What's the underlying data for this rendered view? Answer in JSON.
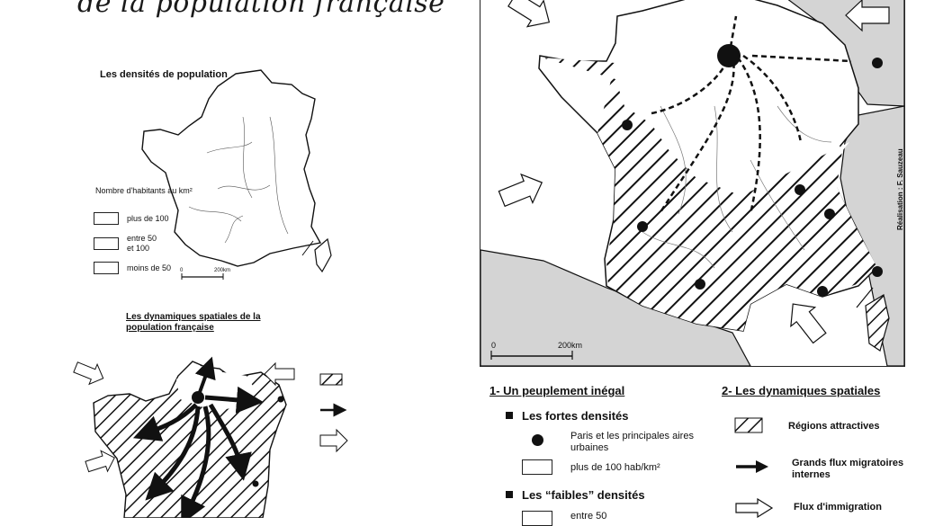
{
  "title": "de la population française",
  "density_map": {
    "title": "Les densités de population",
    "legend_heading": "Nombre  d'habitants au km²",
    "classes": [
      "plus de 100",
      "entre 50 et 100",
      "moins de 50"
    ],
    "scale_zero": "0",
    "scale_label": "200km"
  },
  "dynamics_map": {
    "title": "Les dynamiques spatiales de la population française"
  },
  "main_map": {
    "scale_zero": "0",
    "scale_label": "200km",
    "credit": "Réalisation : F. Sauzeau"
  },
  "legend": {
    "section1": {
      "heading": "1- Un peuplement inégal",
      "strong": {
        "heading": "Les fortes densités",
        "items": [
          "Paris et les principales aires urbaines",
          "plus de 100 hab/km²"
        ]
      },
      "weak": {
        "heading": "Les “faibles” densités",
        "items": [
          "entre 50"
        ]
      }
    },
    "section2": {
      "heading": "2- Les dynamiques spatiales",
      "items": [
        "Régions attractives",
        "Grands flux migratoires internes",
        "Flux d'immigration"
      ]
    }
  },
  "colors": {
    "ink": "#111111",
    "neighbor_grey": "#d4d4d4",
    "paper": "#ffffff"
  }
}
